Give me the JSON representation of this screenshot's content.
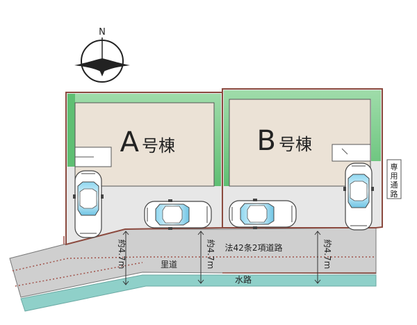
{
  "compass": {
    "label": "N"
  },
  "lots": [
    {
      "id": "A",
      "letter": "A",
      "suffix": "号棟"
    },
    {
      "id": "B",
      "letter": "B",
      "suffix": "号棟"
    }
  ],
  "roads": {
    "main_road_label": "法42条2項道路",
    "side_road_label": "里道",
    "waterway_label": "水路",
    "private_road_label": "専用\n通路"
  },
  "dimensions": {
    "left_width": "約4.7m",
    "middle_width": "約4.7m",
    "right_width": "約4.7m"
  },
  "colors": {
    "lot_border": "#8b4a3f",
    "green_strip": "#5fbf73",
    "building_fill": "#ebe2d6",
    "parking_fill": "#e7e7e7",
    "road_fill": "#cfcfcf",
    "waterway_fill": "#8fd0c9"
  },
  "icons": [
    "north-compass-icon",
    "car-icon"
  ]
}
